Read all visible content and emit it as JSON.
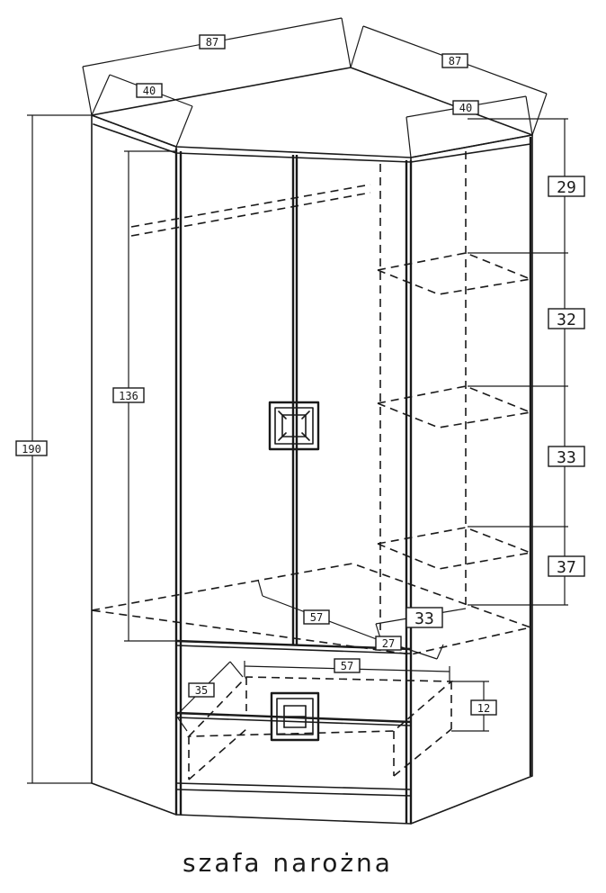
{
  "caption": "szafa narożna",
  "dimensions": {
    "width_left": "87",
    "width_right": "87",
    "depth_left": "40",
    "depth_right": "40",
    "height_total": "190",
    "door_height": "136",
    "shelf_gap_1": "29",
    "shelf_gap_2": "32",
    "shelf_gap_3": "33",
    "shelf_gap_4": "37",
    "inner_depth": "57",
    "shelf_depth": "33",
    "drawer_width": "57",
    "drawer_depth": "35",
    "drawer_height": "12",
    "inner_offset": "27"
  }
}
